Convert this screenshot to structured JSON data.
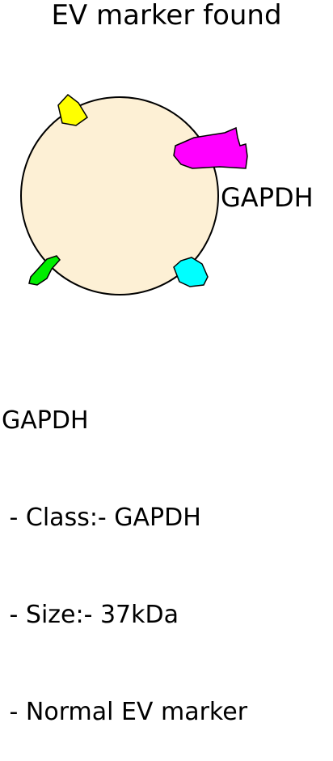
{
  "title": "EV marker found",
  "diagram": {
    "vesicle_fill": "#fdf0d5",
    "label": "GAPDH",
    "markers": [
      {
        "name": "yellow-marker",
        "color": "#ffff00"
      },
      {
        "name": "magenta-marker",
        "color": "#ff00ff"
      },
      {
        "name": "green-marker",
        "color": "#00ee00"
      },
      {
        "name": "cyan-marker",
        "color": "#00ffff"
      }
    ]
  },
  "info": {
    "name": "GAPDH",
    "class_line": " - Class:- GAPDH",
    "size_line": " - Size:- 37kDa",
    "note_line": " - Normal EV marker"
  }
}
